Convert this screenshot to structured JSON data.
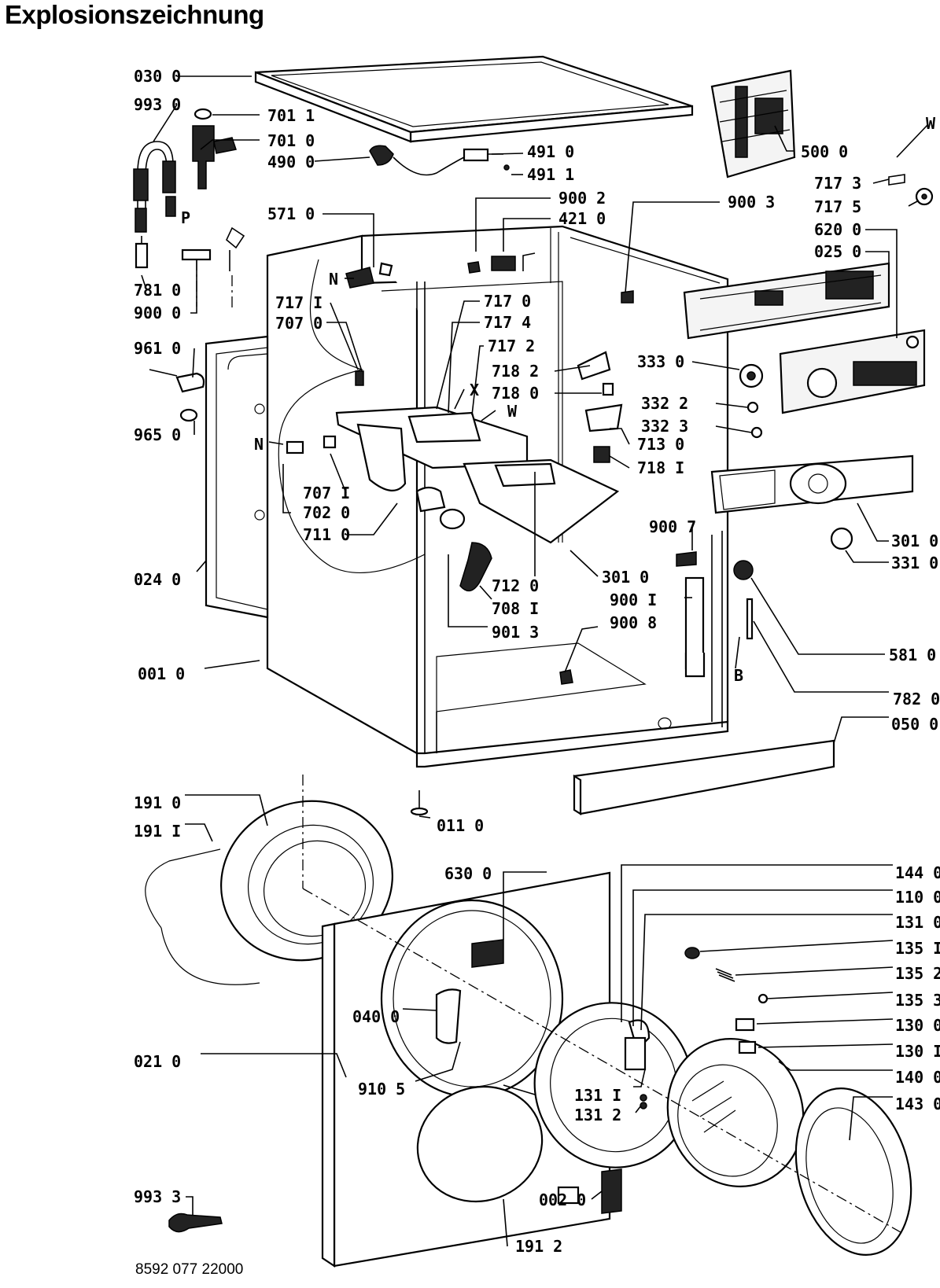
{
  "title": "Explosionszeichnung",
  "document_number": "8592 077 22000",
  "labels": [
    {
      "id": "030-0",
      "text": "030 0"
    },
    {
      "id": "993-0",
      "text": "993 0"
    },
    {
      "id": "701-1",
      "text": "701 1"
    },
    {
      "id": "701-0",
      "text": "701 0"
    },
    {
      "id": "490-0",
      "text": "490 0"
    },
    {
      "id": "491-0",
      "text": "491 0"
    },
    {
      "id": "491-1",
      "text": "491 1"
    },
    {
      "id": "500-0",
      "text": "500 0"
    },
    {
      "id": "W-top",
      "text": "W"
    },
    {
      "id": "717-3",
      "text": "717 3"
    },
    {
      "id": "717-5",
      "text": "717 5"
    },
    {
      "id": "900-2",
      "text": "900 2"
    },
    {
      "id": "421-0",
      "text": "421 0"
    },
    {
      "id": "900-3",
      "text": "900 3"
    },
    {
      "id": "620-0",
      "text": "620 0"
    },
    {
      "id": "025-0",
      "text": "025 0"
    },
    {
      "id": "571-0",
      "text": "571 0"
    },
    {
      "id": "P",
      "text": "P"
    },
    {
      "id": "N-top",
      "text": "N"
    },
    {
      "id": "781-0",
      "text": "781 0"
    },
    {
      "id": "900-0",
      "text": "900 0"
    },
    {
      "id": "717-1",
      "text": "717 I"
    },
    {
      "id": "707-0",
      "text": "707 0"
    },
    {
      "id": "717-0",
      "text": "717 0"
    },
    {
      "id": "717-4",
      "text": "717 4"
    },
    {
      "id": "717-2",
      "text": "717 2"
    },
    {
      "id": "961-0",
      "text": "961 0"
    },
    {
      "id": "718-2",
      "text": "718 2"
    },
    {
      "id": "718-0",
      "text": "718 0"
    },
    {
      "id": "333-0",
      "text": "333 0"
    },
    {
      "id": "X",
      "text": "X"
    },
    {
      "id": "W-mid",
      "text": "W"
    },
    {
      "id": "965-0",
      "text": "965 0"
    },
    {
      "id": "332-2",
      "text": "332 2"
    },
    {
      "id": "332-3",
      "text": "332 3"
    },
    {
      "id": "N-mid",
      "text": "N"
    },
    {
      "id": "713-0",
      "text": "713 0"
    },
    {
      "id": "718-1",
      "text": "718 I"
    },
    {
      "id": "707-1",
      "text": "707 I"
    },
    {
      "id": "702-0",
      "text": "702 0"
    },
    {
      "id": "900-7",
      "text": "900 7"
    },
    {
      "id": "711-0",
      "text": "711 0"
    },
    {
      "id": "301-0-right",
      "text": "301 0"
    },
    {
      "id": "331-0",
      "text": "331 0"
    },
    {
      "id": "024-0",
      "text": "024 0"
    },
    {
      "id": "712-0",
      "text": "712 0"
    },
    {
      "id": "301-0-mid",
      "text": "301 0"
    },
    {
      "id": "708-1",
      "text": "708 I"
    },
    {
      "id": "900-1",
      "text": "900 I"
    },
    {
      "id": "901-3",
      "text": "901 3"
    },
    {
      "id": "900-8",
      "text": "900 8"
    },
    {
      "id": "581-0",
      "text": "581 0"
    },
    {
      "id": "001-0",
      "text": "001 0"
    },
    {
      "id": "B",
      "text": "B"
    },
    {
      "id": "782-0",
      "text": "782 0"
    },
    {
      "id": "050-0",
      "text": "050 0"
    },
    {
      "id": "191-0",
      "text": "191 0"
    },
    {
      "id": "191-1",
      "text": "191 I"
    },
    {
      "id": "011-0",
      "text": "011 0"
    },
    {
      "id": "630-0",
      "text": "630 0"
    },
    {
      "id": "144-0",
      "text": "144 0"
    },
    {
      "id": "110-0",
      "text": "110 0"
    },
    {
      "id": "131-0",
      "text": "131 0"
    },
    {
      "id": "135-1",
      "text": "135 I"
    },
    {
      "id": "135-2",
      "text": "135 2"
    },
    {
      "id": "135-3",
      "text": "135 3"
    },
    {
      "id": "040-0",
      "text": "040 0"
    },
    {
      "id": "130-0",
      "text": "130 0"
    },
    {
      "id": "130-1",
      "text": "130 I"
    },
    {
      "id": "021-0",
      "text": "021 0"
    },
    {
      "id": "910-5",
      "text": "910 5"
    },
    {
      "id": "131-1",
      "text": "131 I"
    },
    {
      "id": "140-0",
      "text": "140 0"
    },
    {
      "id": "131-2",
      "text": "131 2"
    },
    {
      "id": "143-0",
      "text": "143 0"
    },
    {
      "id": "993-3",
      "text": "993 3"
    },
    {
      "id": "002-0",
      "text": "002 0"
    },
    {
      "id": "191-2",
      "text": "191 2"
    }
  ]
}
